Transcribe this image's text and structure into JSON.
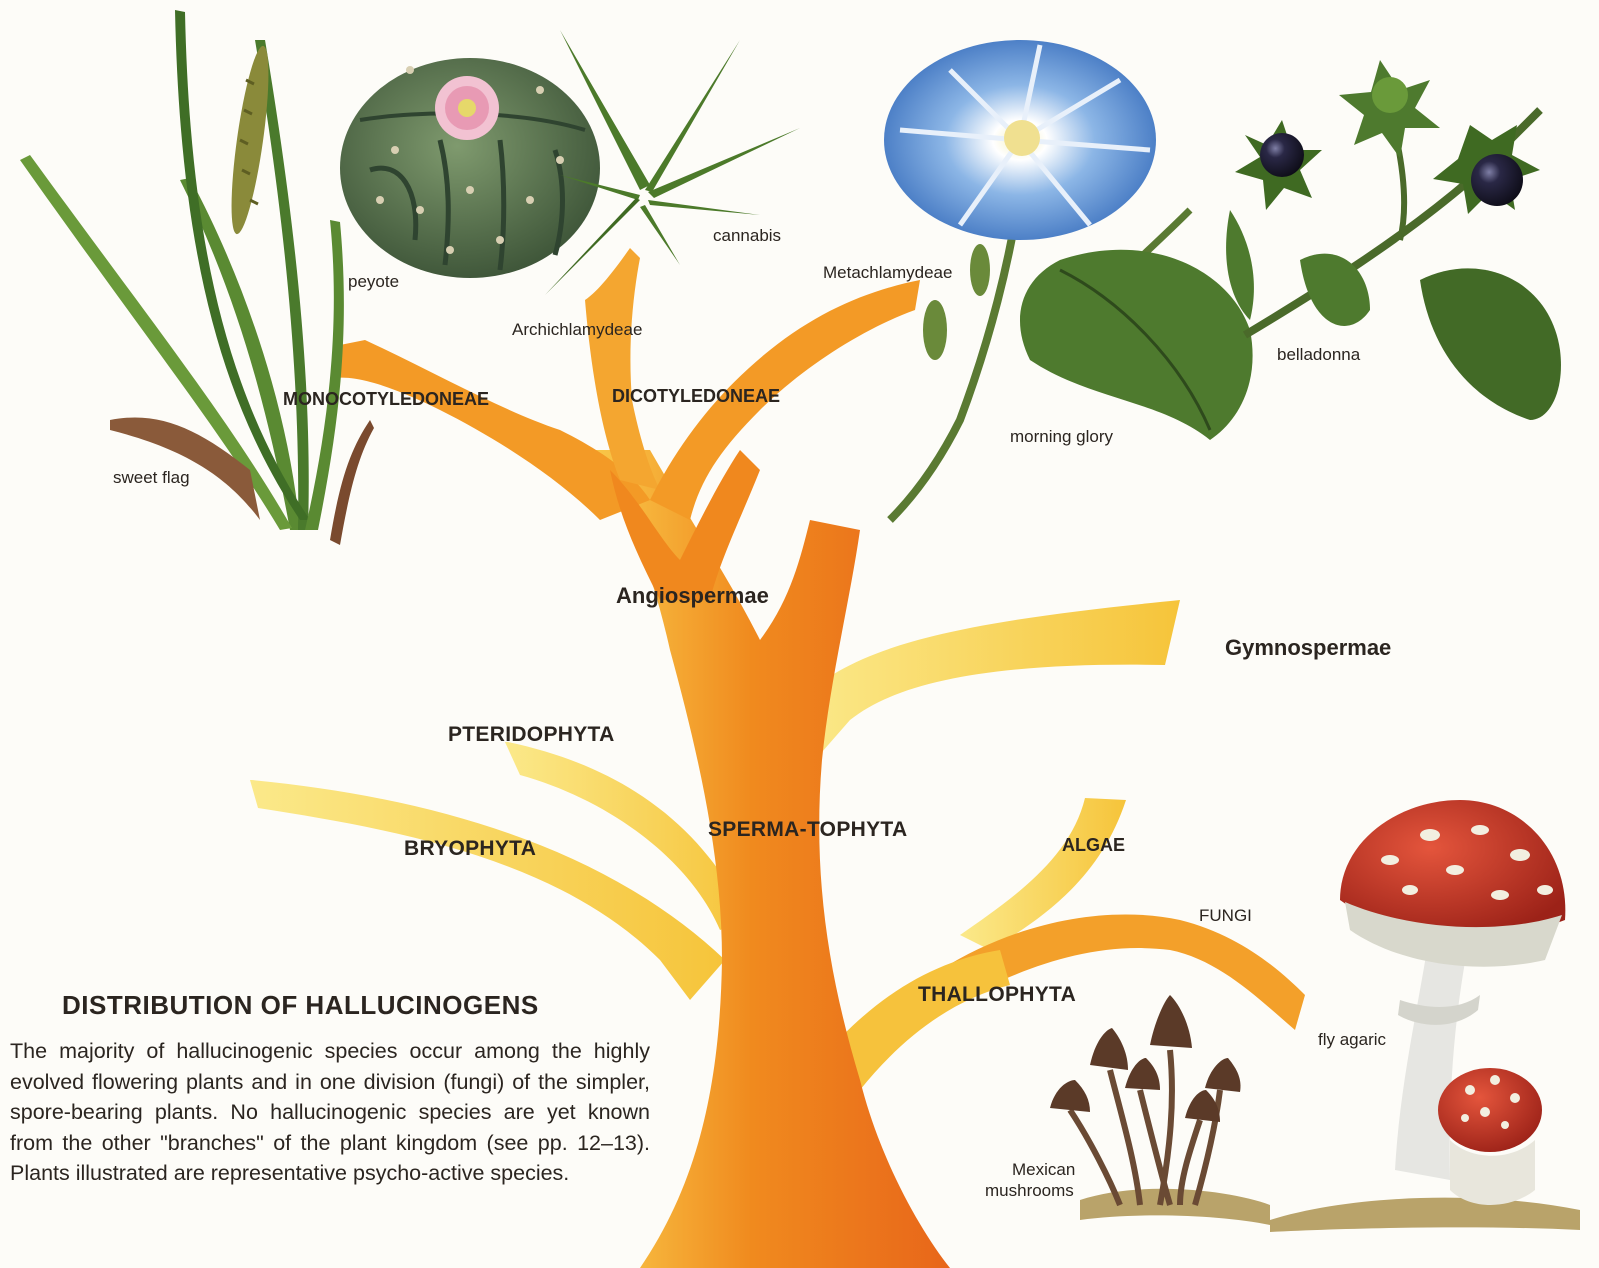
{
  "title": "DISTRIBUTION OF HALLUCINOGENS",
  "body": "The majority of hallucinogenic species occur among the highly evolved flowering plants and in one division (fungi) of the simpler, spore-bearing plants. No hallucinogenic species are yet known from the other \"branches\" of the plant kingdom (see pp. 12–13). Plants illustrated are representative psycho-active species.",
  "taxa": {
    "monocots": "MONOCOTYLEDONEAE",
    "dicots": "DICOTYLEDONEAE",
    "archichlamydeae": "Archichlamydeae",
    "metachlamydeae": "Metachlamydeae",
    "angiospermae": "Angiospermae",
    "gymnospermae": "Gymnospermae",
    "pteridophyta": "PTERIDOPHYTA",
    "bryophyta": "BRYOPHYTA",
    "spermatophyta": "SPERMA-TOPHYTA",
    "algae": "ALGAE",
    "fungi": "FUNGI",
    "thallophyta": "THALLOPHYTA"
  },
  "plants": {
    "sweet_flag": "sweet flag",
    "peyote": "peyote",
    "cannabis": "cannabis",
    "morning_glory": "morning glory",
    "belladonna": "belladonna",
    "mexican_mushrooms_1": "Mexican",
    "mexican_mushrooms_2": "mushrooms",
    "fly_agaric": "fly agaric"
  },
  "colors": {
    "trunk_orange": "#f08a1e",
    "trunk_deep": "#e8641a",
    "branch_yellow": "#f9dc5a",
    "leaf_green": "#4e7a2e",
    "peyote_green": "#4f6b46",
    "flower_blue": "#5d8fd0",
    "berry_dark": "#1c1a2e",
    "mushroom_red": "#c8342a",
    "mushroom_brown": "#5b3a28"
  }
}
